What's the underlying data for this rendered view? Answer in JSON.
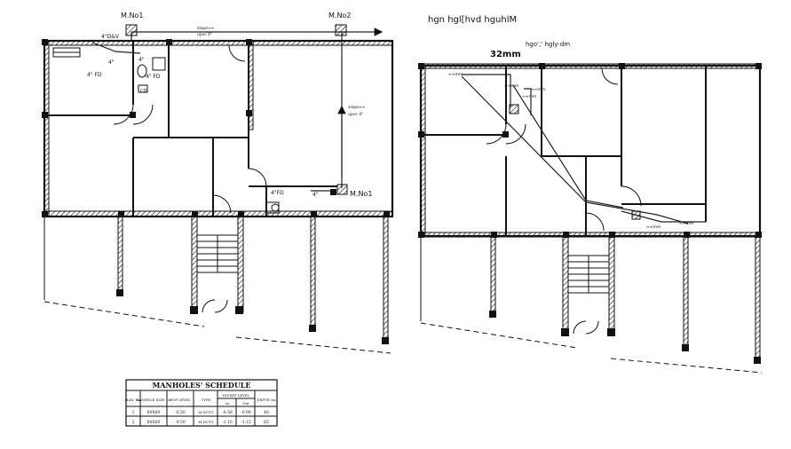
{
  "plan_left": {
    "manhole_1_label": "M.No1",
    "manhole_2_label": "M.No2",
    "manhole_1b_label": "M.No1",
    "pipe_label_top": "4\"D&V",
    "pipe_label_4_a": "4\"",
    "pipe_label_4_b": "4\"",
    "fd_label_1": "4\" FD",
    "fd_label_2": "4\" FD",
    "fd_label_3": "4\"FD",
    "pipe_label_4_c": "4\"",
    "cd_label": "CD",
    "slope_label_top": "slope≈≈",
    "slope_label_top_2": "upvc 6\"",
    "slope_label_side": "slope≈≈",
    "slope_label_side_2": "upvc 4\""
  },
  "plan_right": {
    "header_line_1": "hgn hgl[hvd hguhlM",
    "header_line_2": "hgo',' hgly-dm",
    "pipe_size": "32mm",
    "tag_a": "≈≈mm",
    "tag_b": "≈≈mm",
    "tag_c": "≈≈mm",
    "tag_d": "≈≈mm",
    "tag_e": "≈≈mm",
    "tag_f": "≈≈mm"
  },
  "schedule": {
    "title": "MANHOLES' SCHEDULE",
    "headers": {
      "man_no": "MAN. No.",
      "manhole_size": "MANHOLE SIZE. cm",
      "top_level": "TOP LEVEL",
      "invert_level": "INVERT LEVEL",
      "invert_in": "In",
      "invert_out": "Out",
      "depth": "DEPTH cm",
      "type": "TYPE"
    },
    "rows": [
      {
        "no": "1",
        "size": "60X60",
        "top": "-0.50",
        "in": "-0.58",
        "out": "-0.90",
        "depth": "40",
        "type": "M.DUTY"
      },
      {
        "no": "2",
        "size": "60X60",
        "top": "-0.50",
        "in": "-1.10",
        "out": "-1.15",
        "depth": "65",
        "type": "M.DUTY"
      }
    ]
  }
}
